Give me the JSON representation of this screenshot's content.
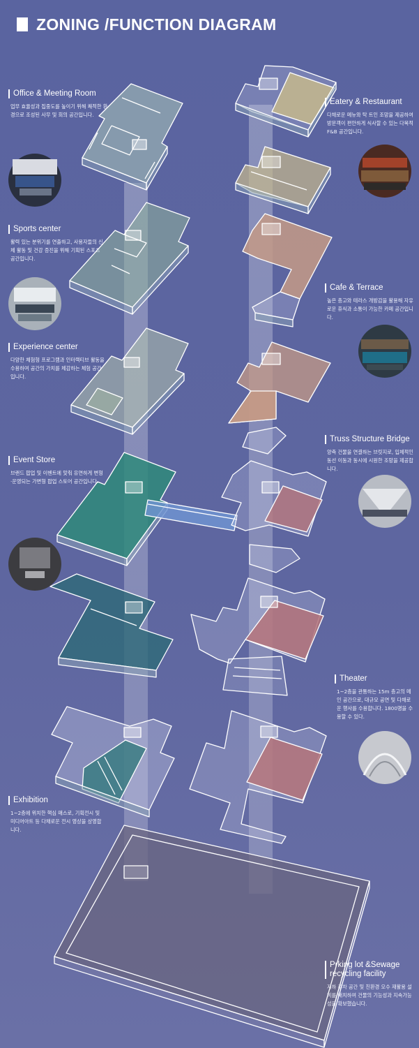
{
  "title": "ZONING /FUNCTION DIAGRAM",
  "zones": {
    "office": {
      "name": "Office & Meeting Room",
      "desc": "업무 효율성과 집중도를 높이기 위해 쾌적한 환경으로 조성된 사무 및 회의 공간입니다."
    },
    "sports": {
      "name": "Sports center",
      "desc": "활력 있는 분위기를 연출하고, 사용자들의 신체 활동 및 건강 증진을 위해 기획된 스포츠 공간입니다."
    },
    "experience": {
      "name": "Experience center",
      "desc": "다양한 체험형 프로그램과 인터랙티브 활동을 수용하여 공간의 가치를 체감하는 체험 공간입니다."
    },
    "event": {
      "name": "Event Store",
      "desc": "브랜드 팝업 및 이벤트에 맞춰 유연하게 변형·운영되는 가변형 팝업 스토어 공간입니다."
    },
    "exhibition": {
      "name": "Exhibition",
      "desc": "1~2층에 위치한 핵심 매스로, 기획전시 및 미디어아트 등 다채로운 전시 영상을 상영합니다."
    },
    "eatery": {
      "name": "Eatery & Restaurant",
      "desc": "다채로운 메뉴와 탁 트인 조망을 제공하여 방문객이 편안하게 식사할 수 있는 다목적 F&B 공간입니다."
    },
    "cafe": {
      "name": "Cafe & Terrace",
      "desc": "높은 층고와 테라스 개방감을 활용해 자유로운 휴식과 소통이 가능한 카페 공간입니다."
    },
    "truss": {
      "name": "Truss Structure Bridge",
      "desc": "양측 건물을 연결하는 브릿지로, 입체적인 동선 이동과 동시에 시원한 조망을 제공합니다."
    },
    "theater": {
      "name": "Theater",
      "desc": "1~2층을 관통하는 15m 층고의 메인 공간으로, 대규모 공연 및 다채로운 행사를 수용합니다. 1800명을 수용할 수 있다."
    },
    "parking": {
      "name1": "Prking lot &Sewage",
      "name2": "recycling facility",
      "desc": "지하 주차 공간 및 친환경 오수 재활용 설비를 배치하여 건물의 기능성과 지속가능성을 확보했습니다."
    }
  },
  "colors": {
    "background": "#5e66a0",
    "office": "#a9c6b8",
    "sports": "#8fb39a",
    "experience": "#b9ccae",
    "event": "#2f8a7a",
    "floor_teal": "#2e6a78",
    "exhibition": "#3b7d82",
    "eatery": "#c6b88c",
    "cafe": "#c49a86",
    "theater": "#b5747a",
    "bridge": "#6f93d0",
    "parking": "#6a6580"
  }
}
